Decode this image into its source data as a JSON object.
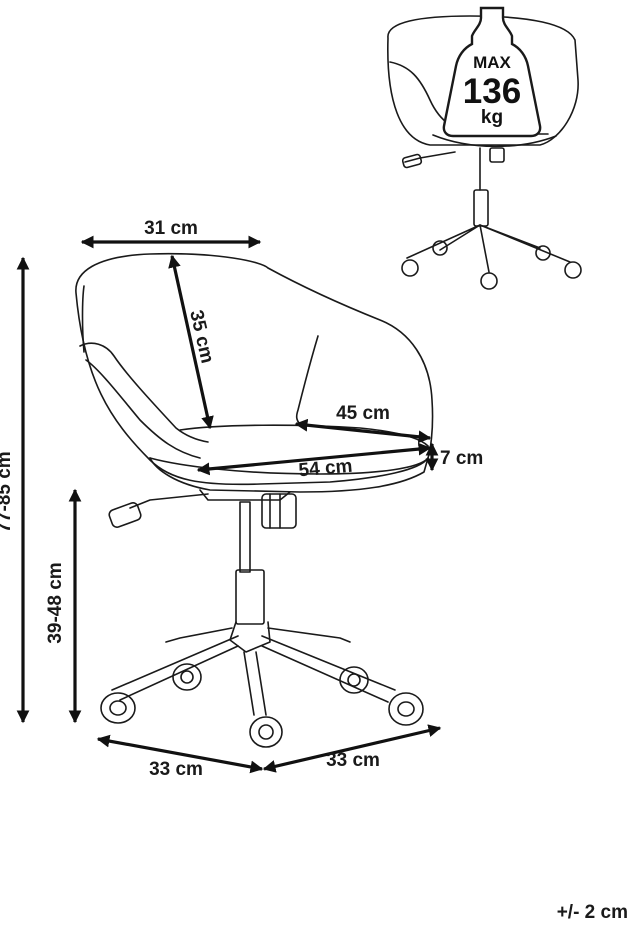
{
  "weight_limit": {
    "line1": "MAX",
    "line2": "136",
    "line3": "kg"
  },
  "dimensions": {
    "back_width": "31 cm",
    "back_height": "35 cm",
    "seat_depth": "45 cm",
    "seat_thickness": "7 cm",
    "seat_width": "54 cm",
    "total_height": "77-85 cm",
    "seat_height": "39-48 cm",
    "base_left": "33 cm",
    "base_right": "33 cm"
  },
  "tolerance": "+/- 2 cm"
}
